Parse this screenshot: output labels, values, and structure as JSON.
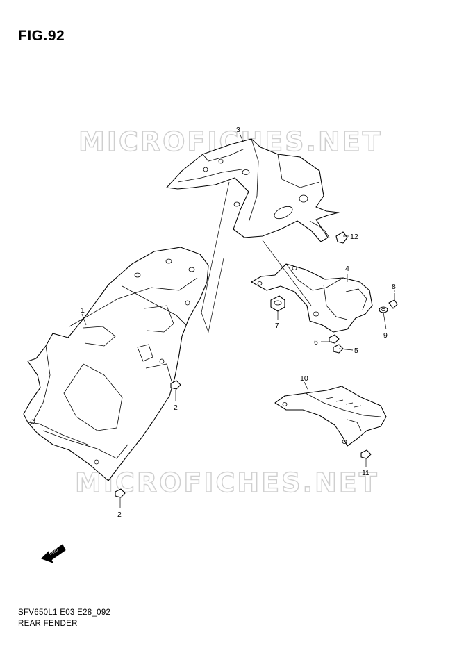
{
  "figure": {
    "title": "FIG.92"
  },
  "watermark": {
    "text": "MICROFICHES.NET"
  },
  "footer": {
    "model_code": "SFV650L1 E03 E28_092",
    "section_name": "REAR FENDER"
  },
  "fwd_badge": {
    "label": "FWD"
  },
  "callouts": [
    {
      "id": "c1",
      "label": "1"
    },
    {
      "id": "c2a",
      "label": "2"
    },
    {
      "id": "c2b",
      "label": "2"
    },
    {
      "id": "c3",
      "label": "3"
    },
    {
      "id": "c4",
      "label": "4"
    },
    {
      "id": "c5",
      "label": "5"
    },
    {
      "id": "c6",
      "label": "6"
    },
    {
      "id": "c7",
      "label": "7"
    },
    {
      "id": "c8",
      "label": "8"
    },
    {
      "id": "c9",
      "label": "9"
    },
    {
      "id": "c10",
      "label": "10"
    },
    {
      "id": "c11",
      "label": "11"
    },
    {
      "id": "c12",
      "label": "12"
    }
  ]
}
